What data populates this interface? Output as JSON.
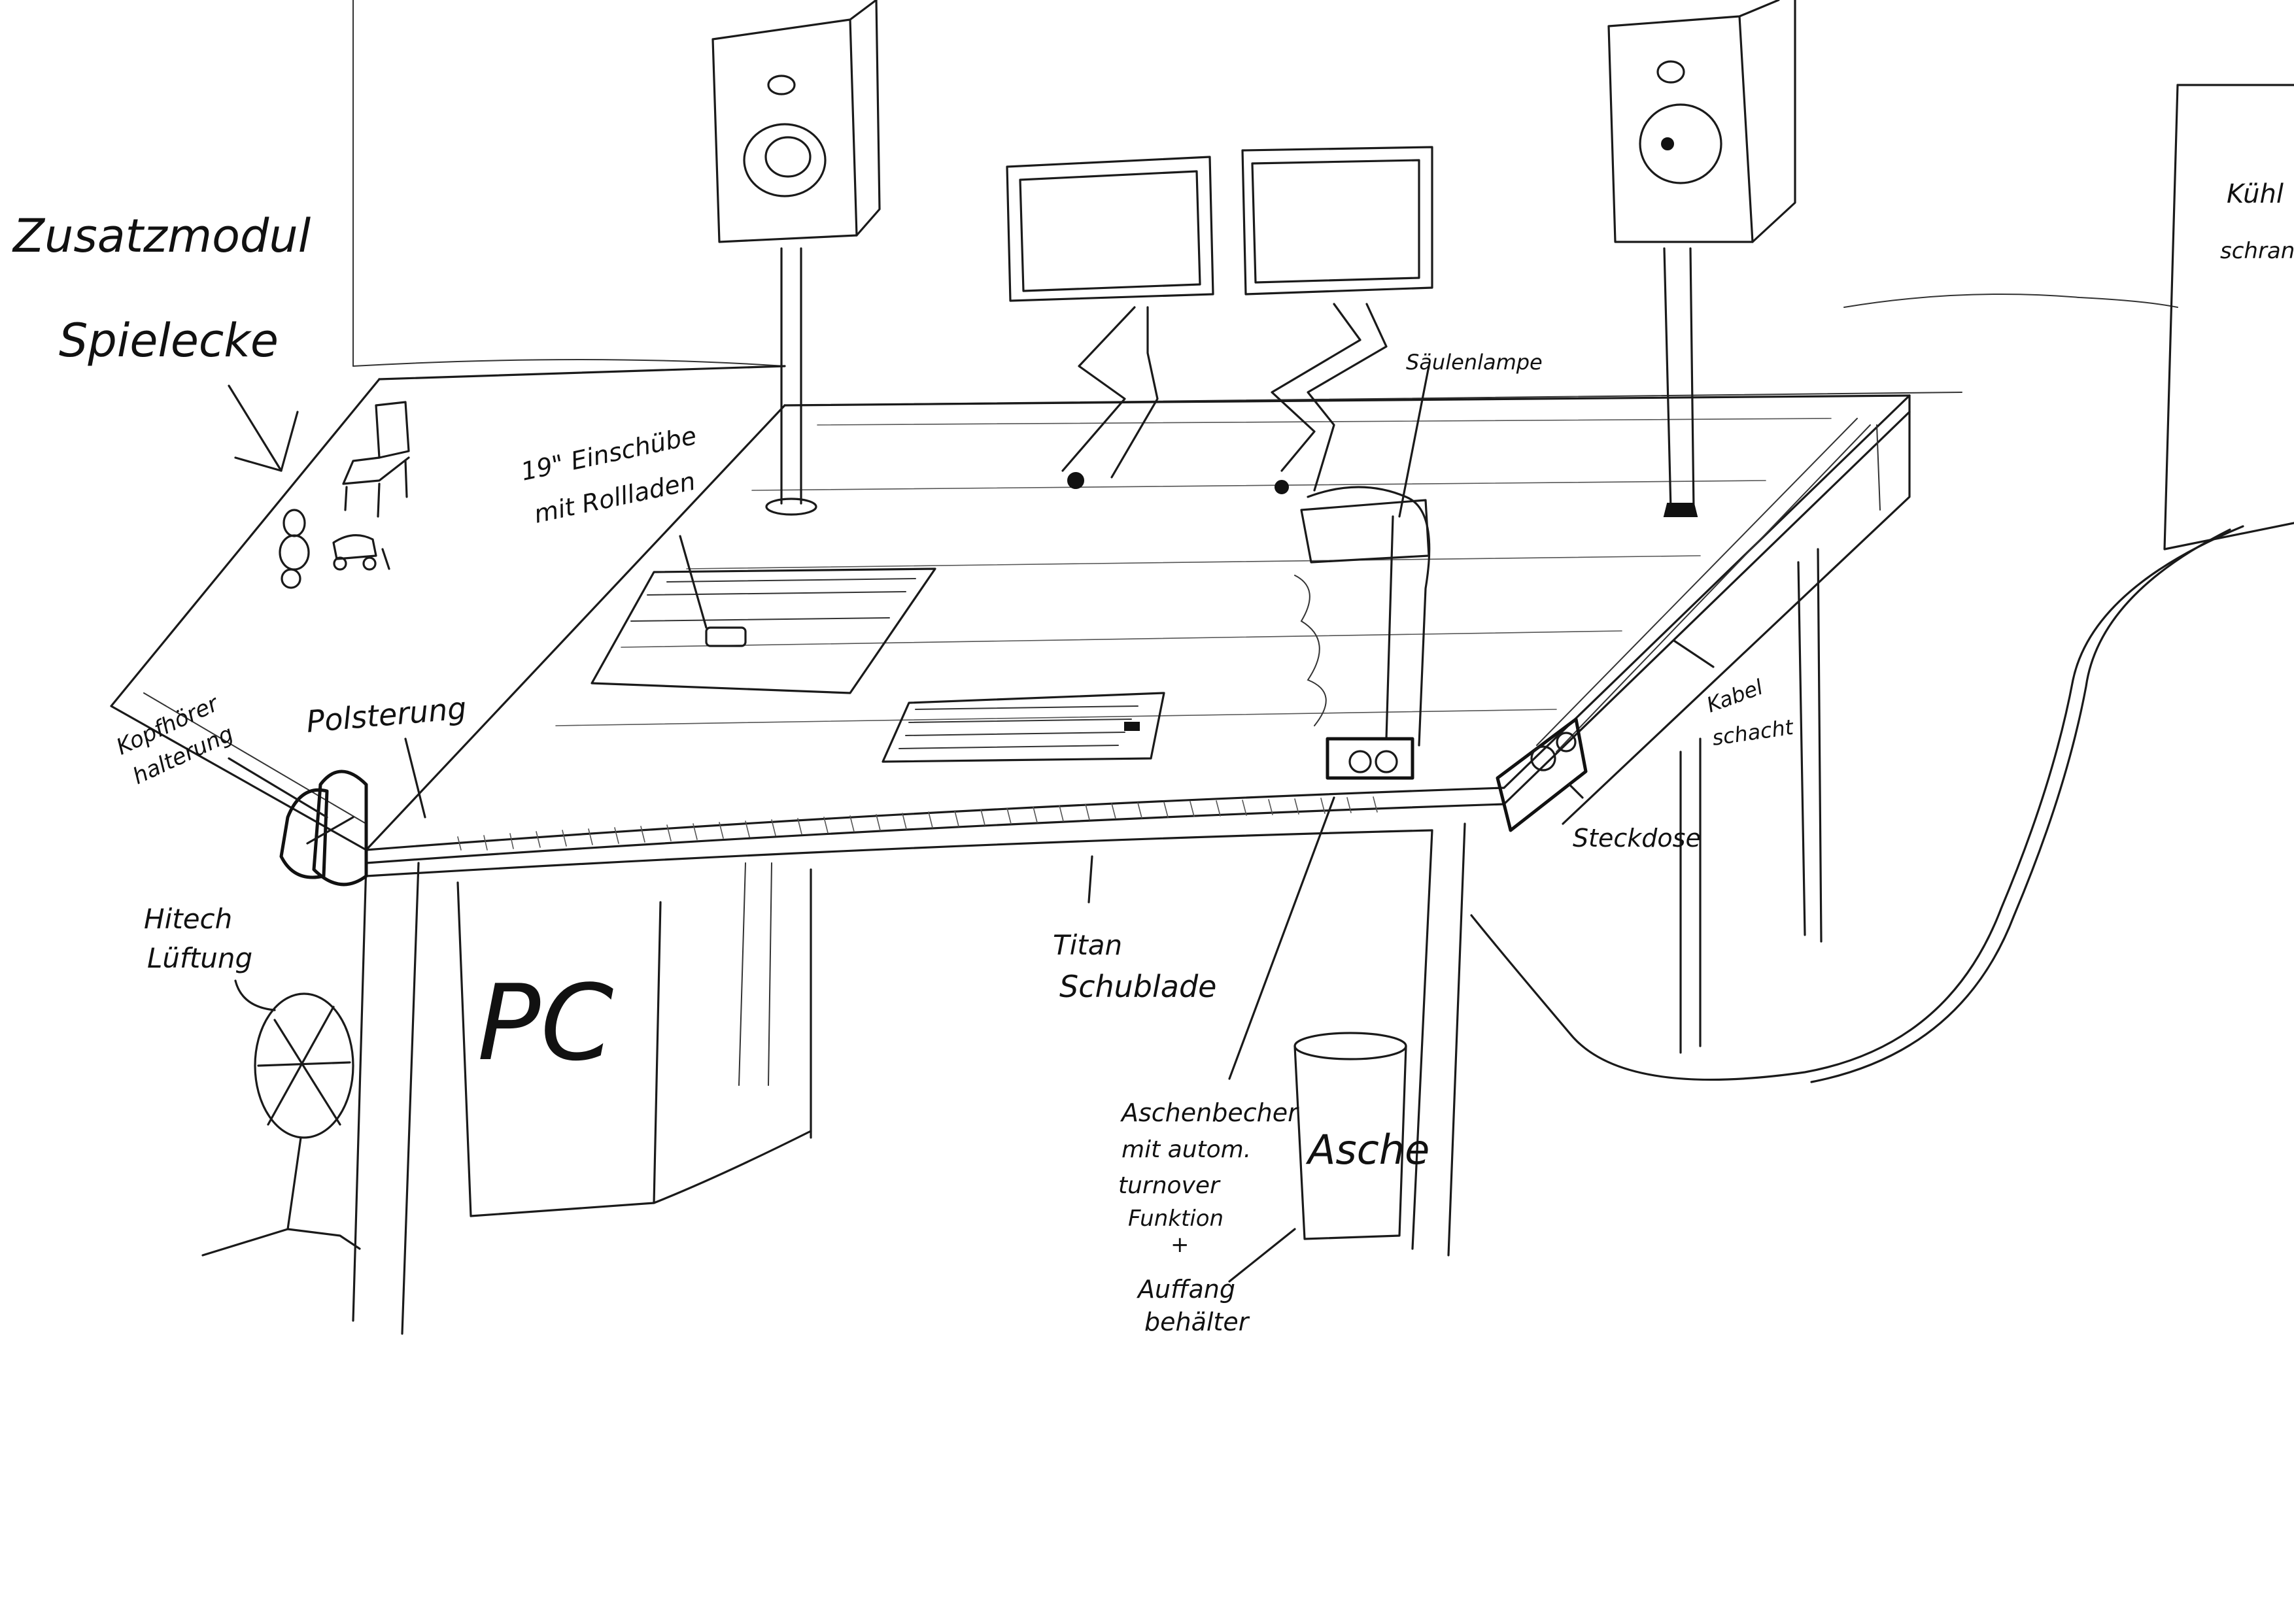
{
  "labels": {
    "zusatzmodul": "Zusatzmodul",
    "spielecke": "Spielecke",
    "einschub_line1": "19\" Einschübe",
    "einschub_line2": "mit Rollladen",
    "kopfhoerer_line1": "Kopfhörer",
    "kopfhoerer_line2": "halterung",
    "polsterung": "Polsterung",
    "hitech_line1": "Hitech",
    "hitech_line2": "Lüftung",
    "pc": "PC",
    "titan_line1": "Titan",
    "titan_line2": "Schublade",
    "aschenbecher_line1": "Aschenbecher",
    "aschenbecher_line2": "mit autom.",
    "aschenbecher_line3": "turnover",
    "aschenbecher_line4": "Funktion",
    "aschenbecher_line5": "+",
    "aschenbecher_line6": "Auffang",
    "aschenbecher_line7": "behälter",
    "asche": "Asche",
    "kabel_line1": "Kabel",
    "kabel_line2": "schacht",
    "steckdose": "Steckdose",
    "saeule": "Säulenlampe",
    "kuehl_line1": "Kühl",
    "kuehl_line2": "schrank"
  }
}
